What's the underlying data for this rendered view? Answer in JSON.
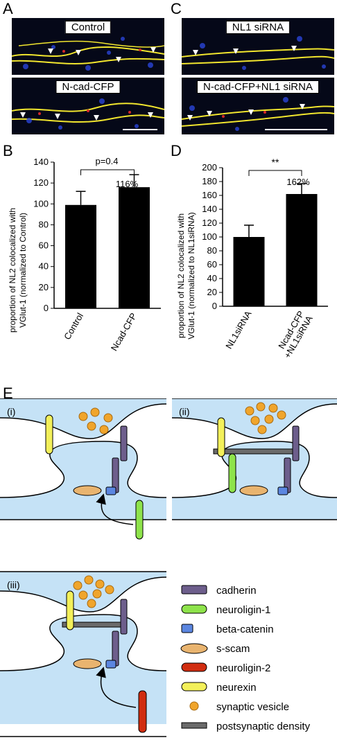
{
  "panel_labels": {
    "a": "A",
    "b": "B",
    "c": "C",
    "d": "D",
    "e": "E"
  },
  "micrographs": [
    {
      "label": "Control"
    },
    {
      "label": "N-cad-CFP"
    },
    {
      "label": "NL1 siRNA"
    },
    {
      "label": "N-cad-CFP+NL1 siRNA"
    }
  ],
  "chart_data": [
    {
      "type": "bar",
      "categories": [
        "Control",
        "Ncad-CFP"
      ],
      "values": [
        99,
        116
      ],
      "errors": [
        13,
        12
      ],
      "ylabel_line1": "proportion of NL2 colocalized with",
      "ylabel_line2": "VGlut-1 (normalized to Control)",
      "ylim": [
        0,
        140
      ],
      "yticks": [
        0,
        20,
        40,
        60,
        80,
        100,
        120,
        140
      ],
      "bar_annotation": "116%",
      "comparison": "p=0.4"
    },
    {
      "type": "bar",
      "categories": [
        "NL1siRNA",
        "Ncad-CFP\n+NL1siRNA"
      ],
      "values": [
        100,
        162
      ],
      "errors": [
        17,
        15
      ],
      "ylabel_line1": "proportion of NL2 colocalized with",
      "ylabel_line2": "VGlut-1 (normalized to NL1siRNA)",
      "ylim": [
        0,
        200
      ],
      "yticks": [
        0,
        20,
        40,
        60,
        80,
        100,
        120,
        140,
        160,
        180,
        200
      ],
      "bar_annotation": "162%",
      "comparison": "**"
    }
  ],
  "schematic": {
    "panels": [
      "(i)",
      "(ii)",
      "(iii)"
    ],
    "legend": [
      {
        "label": "cadherin",
        "color": "#6d5e8c"
      },
      {
        "label": "neuroligin-1",
        "color": "#8ee34b"
      },
      {
        "label": "beta-catenin",
        "color": "#5b86e0"
      },
      {
        "label": "s-scam",
        "color": "#e9b46f"
      },
      {
        "label": "neuroligin-2",
        "color": "#d12d10"
      },
      {
        "label": "neurexin",
        "color": "#f3f05a"
      },
      {
        "label": "synaptic vesicle",
        "color": "#f0a52c"
      },
      {
        "label": "postsynaptic density",
        "color": "#6b6b6b"
      }
    ],
    "colors": {
      "cell": "#c5e2f6"
    }
  }
}
